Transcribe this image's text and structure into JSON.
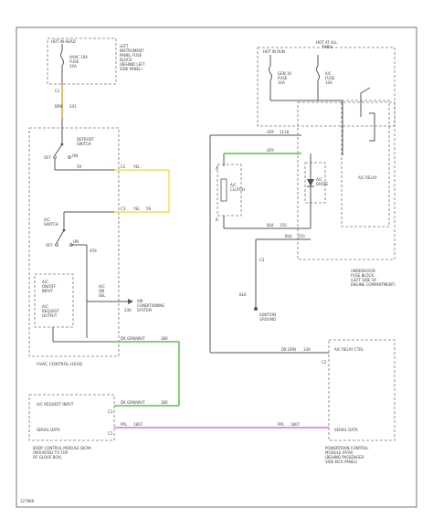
{
  "colors": {
    "background": "#ffffff",
    "wire": "#555555",
    "wire_orange": "#e8a33a",
    "wire_yellow": "#f2e24a",
    "wire_green": "#5dc04a",
    "wire_pink": "#e36ae8"
  },
  "fuse_left": {
    "hot_label": "HOT IN HEAD",
    "fuse_id": "HVAC 10A",
    "fuse_word": "FUSE",
    "amps": "10A",
    "block_desc": [
      "LEFT",
      "INSTRUMENT",
      "PANEL FUSE",
      "BLOCK",
      "(BEHIND LEFT",
      "SIDE PANEL)"
    ]
  },
  "wire_labels": {
    "brn_top": "BRN",
    "brn_top_num": "241",
    "c1_top": "C1",
    "yel_a": "YEL",
    "yel_a_num": "59",
    "yel_b": "YEL",
    "yel_b_num": "59",
    "c2_pin": "C2",
    "c3_pin": "C3",
    "grn_relay": "GRY",
    "grn_relay_num": "1118",
    "grn_clutch": "GRY",
    "blk_clutch": "BLK",
    "blk_clutch_num": "150",
    "blk_relay": "BLK",
    "blk_relay_num": "150",
    "wire_339": "339",
    "wire_336": "336",
    "pnk_a": "PPL",
    "pnk_a_num": "1807",
    "pnk_b": "PPL",
    "pnk_b_num": "1807",
    "grn_head": "DK GRN/WHT",
    "grn_head_num": "380",
    "grn_bcm": "DK GRN/WHT",
    "grn_bcm_num": "380",
    "grn_pcm_a": "DK GRN",
    "grn_pcm_b": "DK GRN",
    "wire_459": "459",
    "blk_ground": "BLK",
    "blk_ground_num": "150"
  },
  "hvac_head": {
    "defrost_switch": [
      "DEFROST",
      "SWITCH"
    ],
    "off_label": "OFF",
    "ac_switch": [
      "A/C",
      "SWITCH"
    ],
    "on_label": "ON",
    "off_label2": "OFF",
    "on_label2": "ON",
    "ac_on_sel": [
      "A/C",
      "ON",
      "SEL"
    ],
    "ac_on_input": [
      "A/C",
      "ON/OFF",
      "INPUT"
    ],
    "ac_request_output": [
      "A/C",
      "REQUEST",
      "OUTPUT"
    ],
    "to_system": [
      "AIR",
      "CONDITIONING",
      "SYSTEM"
    ],
    "control_head": "HVAC CONTROL HEAD"
  },
  "fuse_right": {
    "hot_label": "HOT AT ALL",
    "hot_label2": "TIMES",
    "hot_run": "HOT IN RUN",
    "fuse1": [
      "GEN 10",
      "FUSE",
      "10A"
    ],
    "fuse2": [
      "A/C",
      "FUSE",
      "10A"
    ]
  },
  "relay": {
    "clutch_label": [
      "A/C",
      "CLUTCH"
    ],
    "diode_label": [
      "A/C",
      "DIODE"
    ],
    "relay_label": "A/C RELAY",
    "pin_a": "A",
    "pin_b": "B",
    "underhood_block": [
      "UNDERHOOD",
      "FUSE BLOCK",
      "(LEFT SIDE OF",
      "ENGINE COMPARTMENT)"
    ],
    "ground_label": [
      "IGNITION",
      "GROUND"
    ],
    "blk_gnd_wire": "BLK"
  },
  "pcm": {
    "relay_ctrl": "A/C RELAY CTRL",
    "c2": "C2",
    "serial_data": "SERIAL DATA",
    "module_label": [
      "POWERTRAIN CONTROL",
      "MODULE (PCM)",
      "(BEHIND PASSENGER",
      "SIDE KICK PANEL)"
    ]
  },
  "bcm": {
    "request_input": "A/C REQUEST INPUT",
    "serial_data": "SERIAL DATA",
    "c1_a": "C1",
    "c1_b": "C1",
    "module_label": [
      "BODY CONTROL MODULE (BCM)",
      "(MOUNTED TO TOP",
      "OF GLOVE BOX)"
    ]
  },
  "footer": {
    "ref": "127989"
  }
}
